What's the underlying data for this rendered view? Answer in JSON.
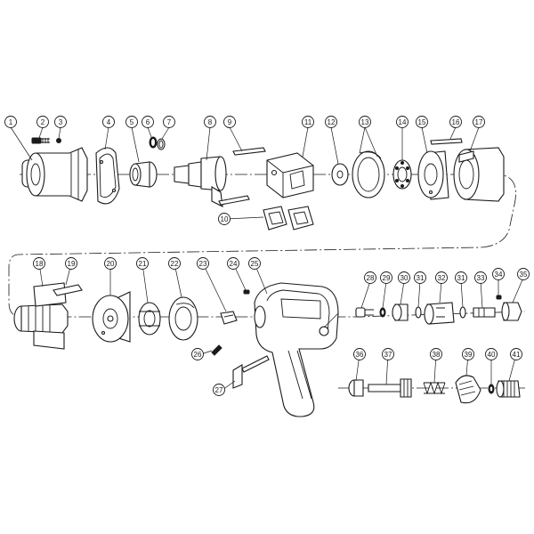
{
  "colors": {
    "line": "#1a1a1a",
    "background": "#ffffff"
  },
  "callouts": [
    {
      "n": "1"
    },
    {
      "n": "2"
    },
    {
      "n": "3"
    },
    {
      "n": "4"
    },
    {
      "n": "5"
    },
    {
      "n": "6"
    },
    {
      "n": "7"
    },
    {
      "n": "8"
    },
    {
      "n": "9"
    },
    {
      "n": "10"
    },
    {
      "n": "11"
    },
    {
      "n": "12"
    },
    {
      "n": "13"
    },
    {
      "n": "14"
    },
    {
      "n": "15"
    },
    {
      "n": "16"
    },
    {
      "n": "17"
    },
    {
      "n": "18"
    },
    {
      "n": "19"
    },
    {
      "n": "20"
    },
    {
      "n": "21"
    },
    {
      "n": "22"
    },
    {
      "n": "23"
    },
    {
      "n": "24"
    },
    {
      "n": "25"
    },
    {
      "n": "26"
    },
    {
      "n": "27"
    },
    {
      "n": "28"
    },
    {
      "n": "29"
    },
    {
      "n": "30"
    },
    {
      "n": "31"
    },
    {
      "n": "32"
    },
    {
      "n": "31"
    },
    {
      "n": "33"
    },
    {
      "n": "34"
    },
    {
      "n": "35"
    },
    {
      "n": "36"
    },
    {
      "n": "37"
    },
    {
      "n": "38"
    },
    {
      "n": "39"
    },
    {
      "n": "40"
    },
    {
      "n": "41"
    }
  ]
}
